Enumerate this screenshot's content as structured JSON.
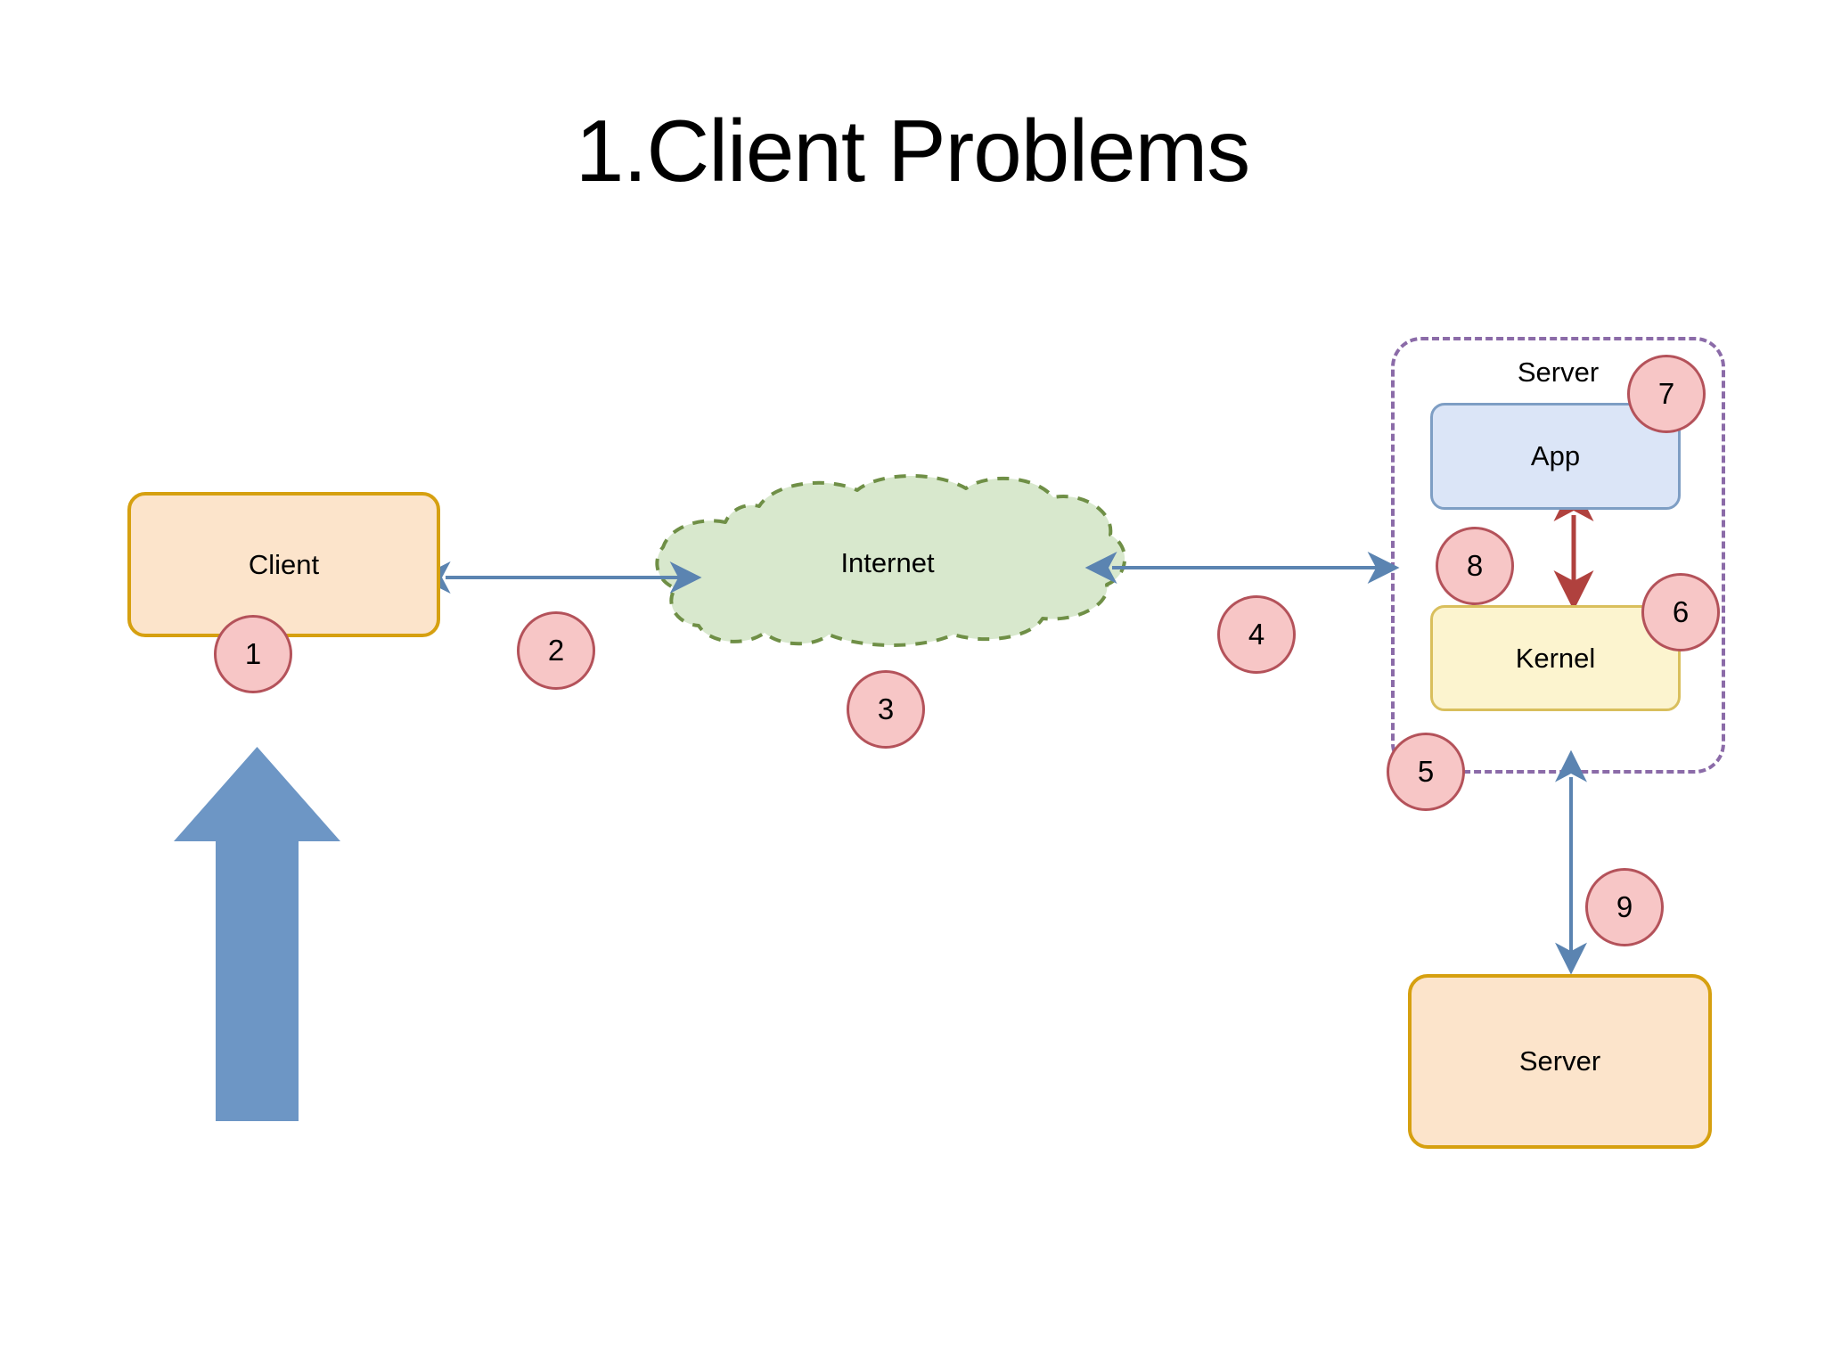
{
  "slide": {
    "title": "1.Client Problems",
    "background_color": "#ffffff"
  },
  "nodes": {
    "client": {
      "label": "Client",
      "fill": "#fce4cb",
      "stroke": "#d6a010"
    },
    "internet": {
      "label": "Internet",
      "fill": "#d8e8cd",
      "stroke": "#6f8f46"
    },
    "server_group": {
      "label": "Server",
      "stroke": "#8b6ba8"
    },
    "app": {
      "label": "App",
      "fill": "#dbe5f7",
      "stroke": "#7e9ec4"
    },
    "kernel": {
      "label": "Kernel",
      "fill": "#fcf4cf",
      "stroke": "#d9bf5d"
    },
    "server_bottom": {
      "label": "Server",
      "fill": "#fce4cb",
      "stroke": "#d6a010"
    }
  },
  "connectors": {
    "client_internet": {
      "style": "double-arrow",
      "color": "#5b84b1"
    },
    "internet_server": {
      "style": "double-arrow",
      "color": "#5b84b1"
    },
    "app_kernel": {
      "style": "double-arrow",
      "color": "#b0413e"
    },
    "servergroup_server": {
      "style": "double-arrow",
      "color": "#5b84b1"
    },
    "big_up_arrow": {
      "style": "block-arrow-up",
      "color": "#6d96c5"
    }
  },
  "badges": [
    {
      "number": "1",
      "target": "client-box"
    },
    {
      "number": "2",
      "target": "client-internet-link"
    },
    {
      "number": "3",
      "target": "internet-cloud"
    },
    {
      "number": "4",
      "target": "internet-server-link"
    },
    {
      "number": "5",
      "target": "server-group-boundary"
    },
    {
      "number": "6",
      "target": "kernel-box"
    },
    {
      "number": "7",
      "target": "app-box"
    },
    {
      "number": "8",
      "target": "app-kernel-link"
    },
    {
      "number": "9",
      "target": "servergroup-server-link"
    }
  ],
  "badge_style": {
    "fill": "#f7c6c6",
    "stroke": "#b4525a"
  }
}
